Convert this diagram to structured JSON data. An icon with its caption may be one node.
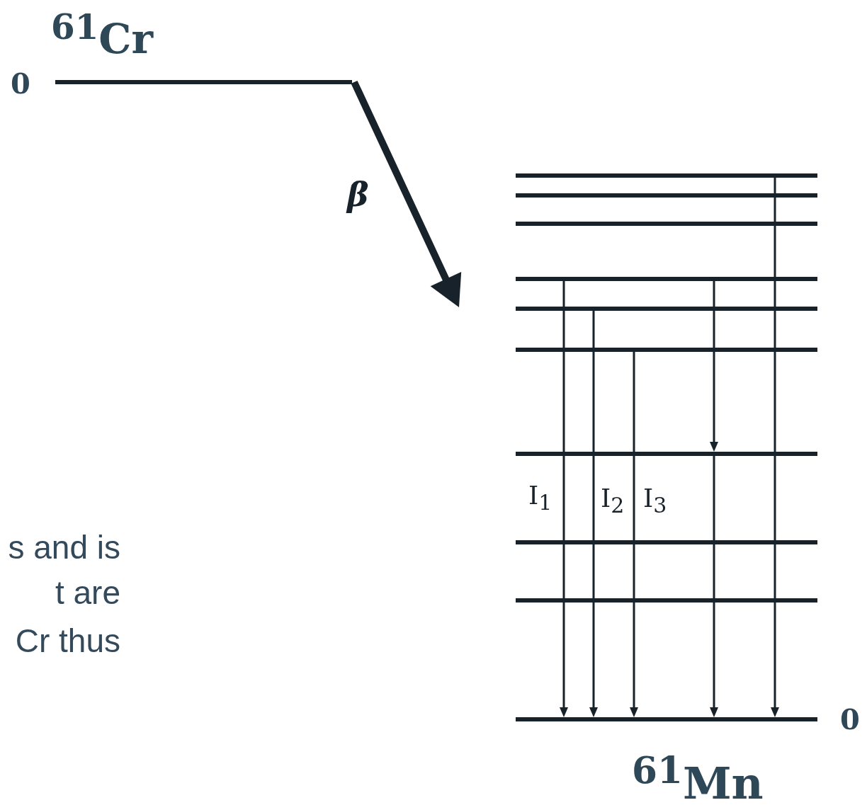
{
  "diagram": {
    "nodes": [
      {
        "text": [],
        "shape": "bar",
        "beside": [
          "0",
          "$^{61}$Cr"
        ]
      },
      {
        "text": [],
        "shape": "bar"
      },
      {
        "text": [],
        "shape": "bar"
      },
      {
        "text": [],
        "shape": "bar"
      },
      {
        "text": [],
        "shape": "bar"
      },
      {
        "text": [],
        "shape": "bar"
      },
      {
        "text": [],
        "shape": "bar"
      },
      {
        "text": [],
        "shape": "bar"
      },
      {
        "text": [],
        "shape": "bar"
      },
      {
        "text": [],
        "shape": "bar"
      },
      {
        "text": [],
        "shape": "bar",
        "beside": [
          "0",
          "$^{61}$Mn"
        ]
      }
    ],
    "edges": [
      {
        "from": 0,
        "to": null,
        "arrow": "to",
        "label": "β",
        "style": "thick"
      },
      {
        "from": 4,
        "to": 10,
        "arrow": "to",
        "label": "I$_{1}$"
      },
      {
        "from": 5,
        "to": 10,
        "arrow": "to",
        "label": "I$_{2}$"
      },
      {
        "from": 6,
        "to": 10,
        "arrow": "to",
        "label": "I$_{3}$"
      },
      {
        "from": 4,
        "to": 7,
        "arrow": "to"
      },
      {
        "from": 7,
        "to": 10,
        "arrow": "to"
      },
      {
        "from": 1,
        "to": 10,
        "arrow": "to"
      }
    ],
    "labels": [
      "s and is",
      "t are",
      "Cr thus"
    ]
  }
}
